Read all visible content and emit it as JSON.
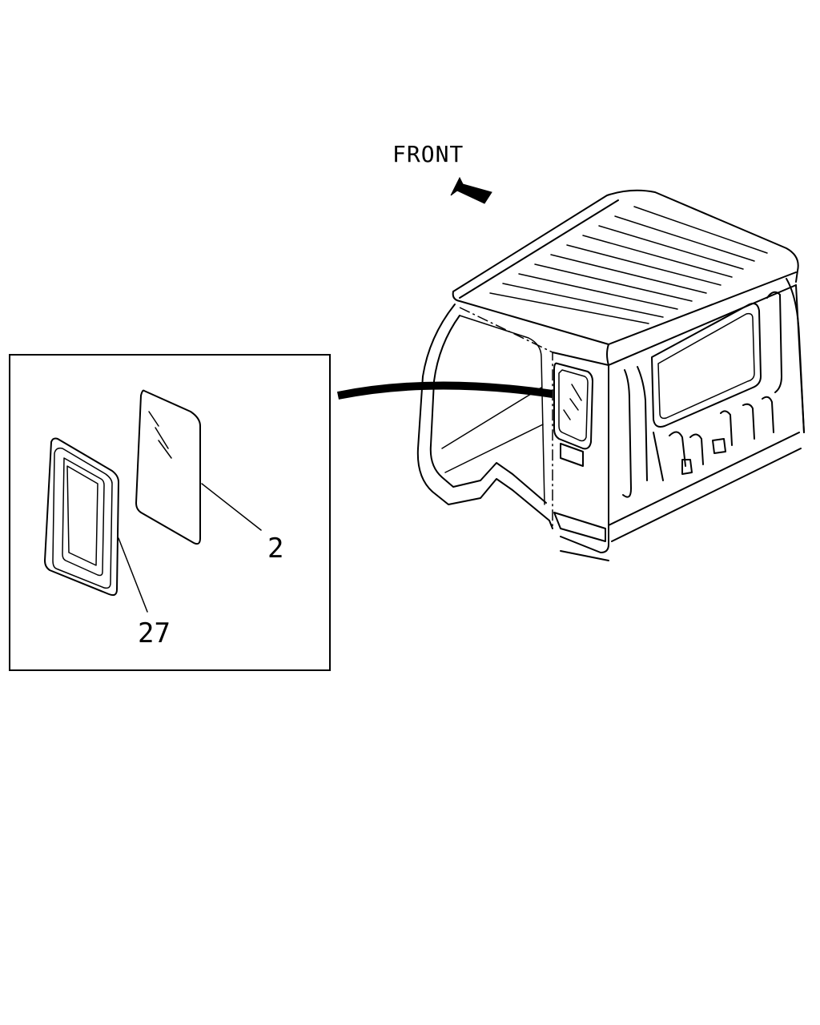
{
  "diagram": {
    "orientation_label": "FRONT",
    "callouts": [
      {
        "number": "2",
        "part": "quarter-window-glass"
      },
      {
        "number": "27",
        "part": "window-weatherstrip-seal"
      }
    ],
    "colors": {
      "line": "#000000",
      "background": "#ffffff"
    }
  }
}
